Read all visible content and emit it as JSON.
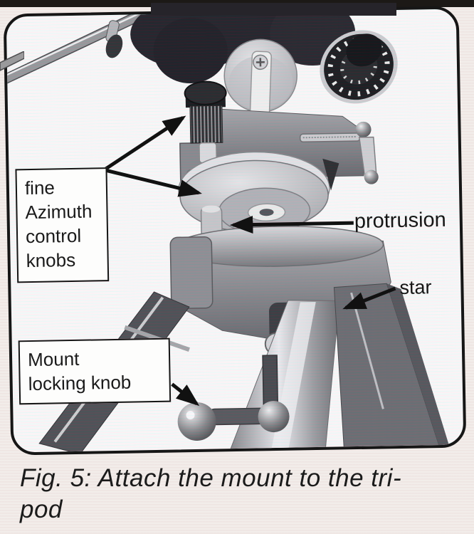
{
  "page": {
    "background_color": "#f2edea",
    "top_bar_color": "#1c1916",
    "frame_border_color": "#161616",
    "arrow_color": "#111111"
  },
  "figure": {
    "labels": {
      "azimuth_knobs": [
        "fine",
        "Azimuth",
        "control",
        "knobs"
      ],
      "protrusion": "protrusion",
      "star": "star",
      "mount_locking_knob": [
        "Mount",
        "locking knob"
      ]
    },
    "caption": [
      "Fig. 5: Attach the mount to the tri-",
      "pod"
    ]
  }
}
